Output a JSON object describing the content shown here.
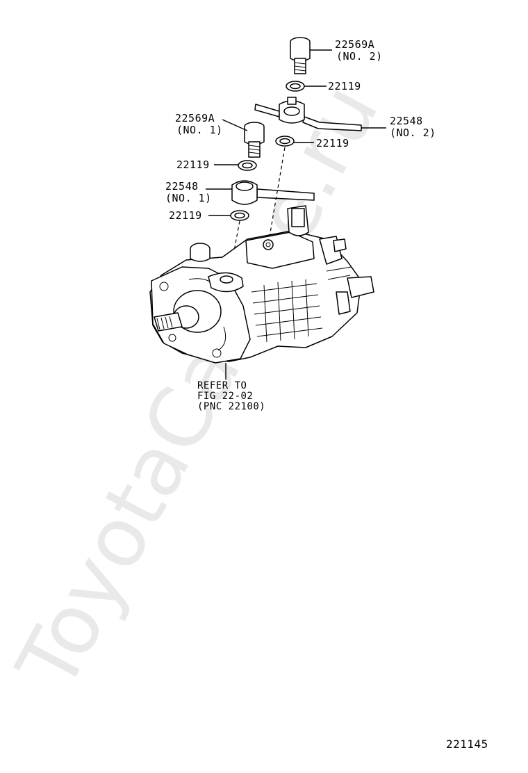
{
  "watermark": "ToyotaCarline.ru",
  "callouts": [
    {
      "id": "union-bolt-no2",
      "part": "22569A",
      "note": "(NO. 2)"
    },
    {
      "id": "gasket-top",
      "part": "22119",
      "note": ""
    },
    {
      "id": "union-bolt-no1",
      "part": "22569A",
      "note": "(NO. 1)"
    },
    {
      "id": "pipe-no2",
      "part": "22548",
      "note": "(NO. 2)"
    },
    {
      "id": "gasket-mid-right",
      "part": "22119",
      "note": ""
    },
    {
      "id": "gasket-mid-left",
      "part": "22119",
      "note": ""
    },
    {
      "id": "pipe-no1",
      "part": "22548",
      "note": "(NO. 1)"
    },
    {
      "id": "gasket-low-left",
      "part": "22119",
      "note": ""
    }
  ],
  "refer": [
    "REFER TO",
    "FIG 22-02",
    "(PNC 22100)"
  ],
  "figure_id": "221145"
}
